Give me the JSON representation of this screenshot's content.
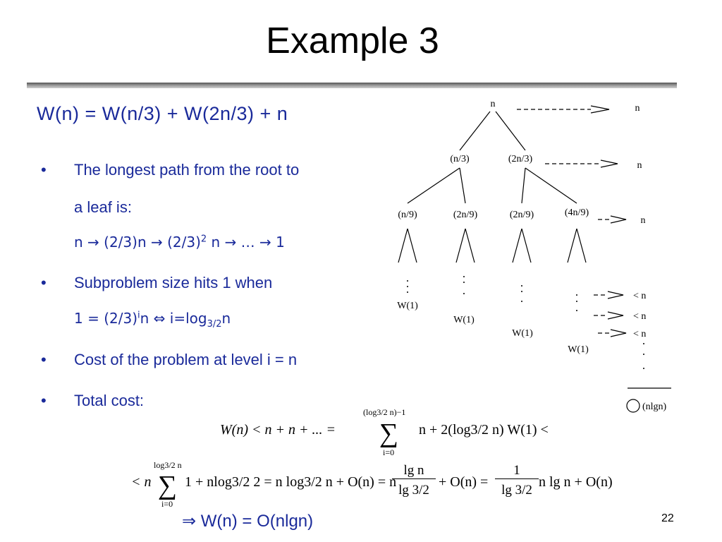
{
  "slide": {
    "title": "Example 3",
    "recurrence": "W(n) = W(n/3) + W(2n/3) + n",
    "page_number": "22"
  },
  "bullets": [
    {
      "line1": "The longest path from the root to",
      "line2": "a leaf is:"
    },
    {
      "line1": "Subproblem size hits 1 when"
    },
    {
      "line1": "Cost of the problem at level i = n"
    },
    {
      "line1": "Total cost:"
    }
  ],
  "path_formula": {
    "a": "n → (2/3)n → (2/3)",
    "exp": "2",
    "b": " n → … → 1"
  },
  "hits_formula": {
    "a": "1 = (2/3)",
    "exp": "i",
    "b": "n ⇔ i=log",
    "sub": "3/2",
    "c": "n"
  },
  "tree": {
    "root": "n",
    "level1": [
      "(n/3)",
      "(2n/3)"
    ],
    "level2": [
      "(n/9)",
      "(2n/9)",
      "(2n/9)",
      "(4n/9)"
    ],
    "leaf": "W(1)",
    "row_costs": [
      "n",
      "n",
      "n",
      "< n",
      "< n",
      "< n"
    ],
    "total": "(nlgn)"
  },
  "equations": {
    "line1": {
      "lhs": "W(n) < n + n + ... =",
      "sum_upper": "(log3/2 n)−1",
      "sum_lower": "i=0",
      "rhs": "n + 2(log3/2 n) W(1) <"
    },
    "line2": {
      "start": "< n",
      "sum_upper": "log3/2 n",
      "sum_lower": "i=0",
      "term": "1 + nlog3/2 2 = n log3/2 n + O(n) = n",
      "frac1_num": "lg n",
      "frac1_den": "lg 3/2",
      "mid": "+ O(n) =",
      "frac2_num": "1",
      "frac2_den": "lg 3/2",
      "end": "n lg n + O(n)"
    }
  },
  "conclusion": "⇒ W(n) = O(nlgn)"
}
